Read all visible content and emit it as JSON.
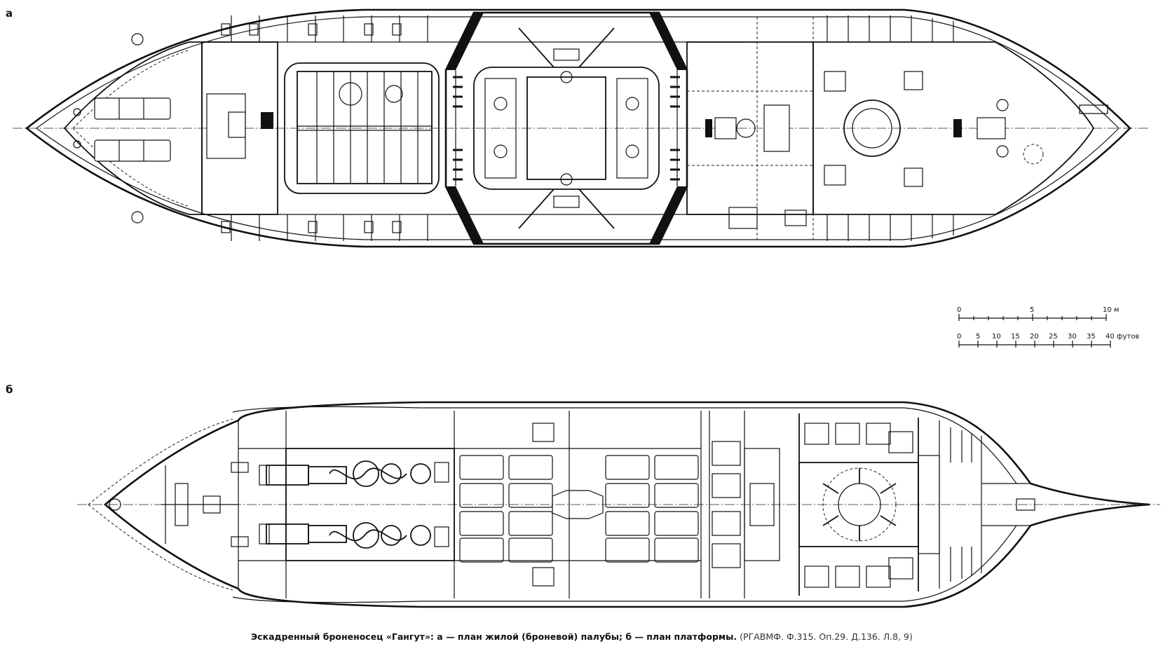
{
  "panels": {
    "a": {
      "label": "а"
    },
    "b": {
      "label": "б"
    }
  },
  "scale_bars": {
    "meters": {
      "ticks": [
        "0",
        "5",
        "10 м"
      ]
    },
    "feet": {
      "ticks": [
        "0",
        "5",
        "10",
        "15",
        "20",
        "25",
        "30",
        "35",
        "40 футов"
      ]
    }
  },
  "caption": {
    "main": "Эскадренный броненосец «Гангут»: а — план жилой (броневой) палубы; б — план платформы.",
    "source": "(РГАВМФ. Ф.315. Оп.29. Д.136. Л.8, 9)"
  }
}
